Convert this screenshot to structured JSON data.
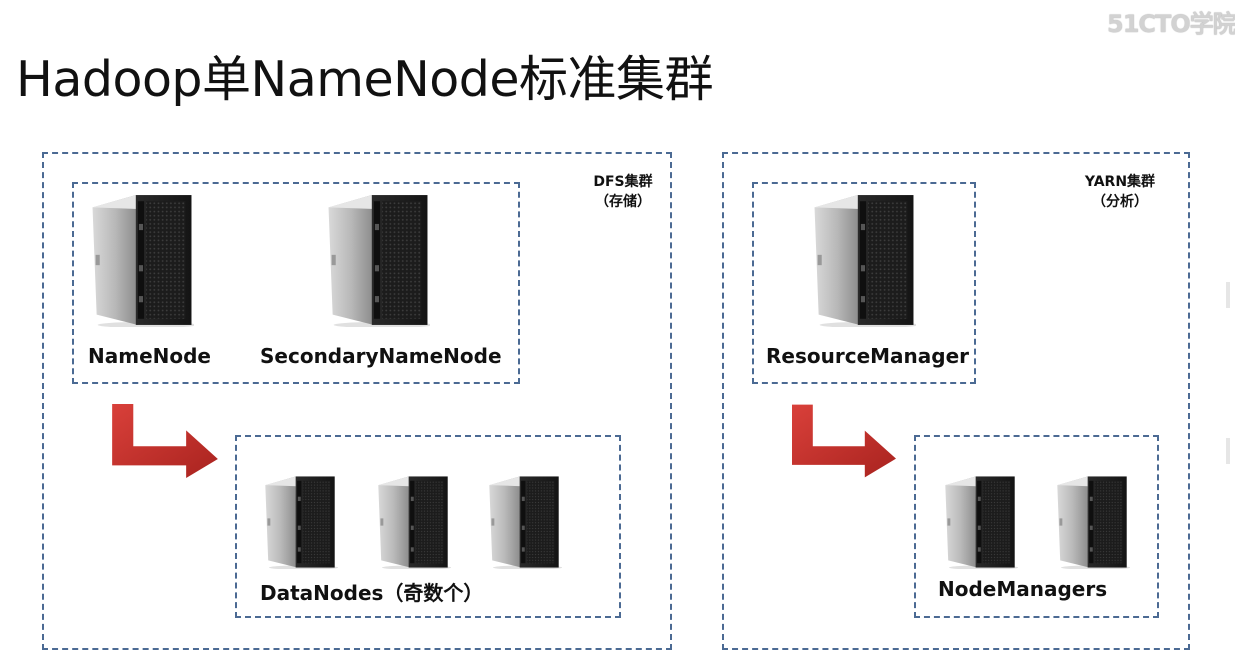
{
  "watermark": "51CTO学院",
  "title": "Hadoop单NameNode标准集群",
  "dfs": {
    "label_line1": "DFS集群",
    "label_line2": "（存储）",
    "namenode": "NameNode",
    "secondary_namenode": "SecondaryNameNode",
    "datanodes": "DataNodes（奇数个）"
  },
  "yarn": {
    "label_line1": "YARN集群",
    "label_line2": "（分析）",
    "resourcemanager": "ResourceManager",
    "nodemanagers": "NodeManagers"
  },
  "colors": {
    "dashed_border": "#4b6a93",
    "arrow": "#c9302c"
  },
  "icons": [
    "server-tower-icon",
    "arrow-down-right-icon"
  ]
}
